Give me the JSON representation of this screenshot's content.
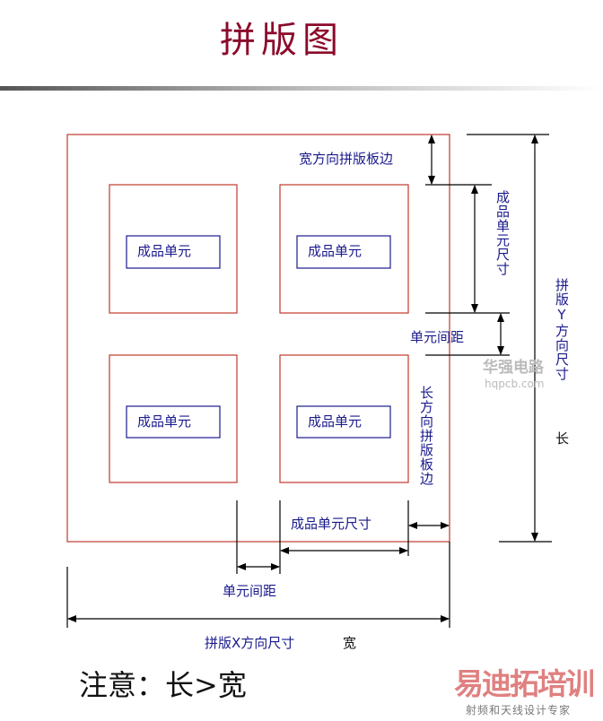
{
  "title": "拼版图",
  "unit_label": "成品单元",
  "labels": {
    "width_margin": "宽方向拼版板边",
    "unit_size_vertical": "成品单元尺寸",
    "unit_spacing_right": "单元间距",
    "panel_y_size": "拼版Y方向尺寸",
    "long": "长",
    "length_margin": "长方向拼版板边",
    "unit_size_horizontal": "成品单元尺寸",
    "unit_spacing_bottom": "单元间距",
    "panel_x_size": "拼版X方向尺寸",
    "wide": "宽"
  },
  "note": "注意：长>宽",
  "watermarks": {
    "hqpcb": "华强电路",
    "hqpcb_url": "hqpcb.com",
    "edatop": "易迪拓培训",
    "edatop_slogan": "射频和天线设计专家"
  },
  "colors": {
    "panel_border": "#c0392b",
    "label_box": "#1a1a8c",
    "title": "#8b0a2a"
  }
}
